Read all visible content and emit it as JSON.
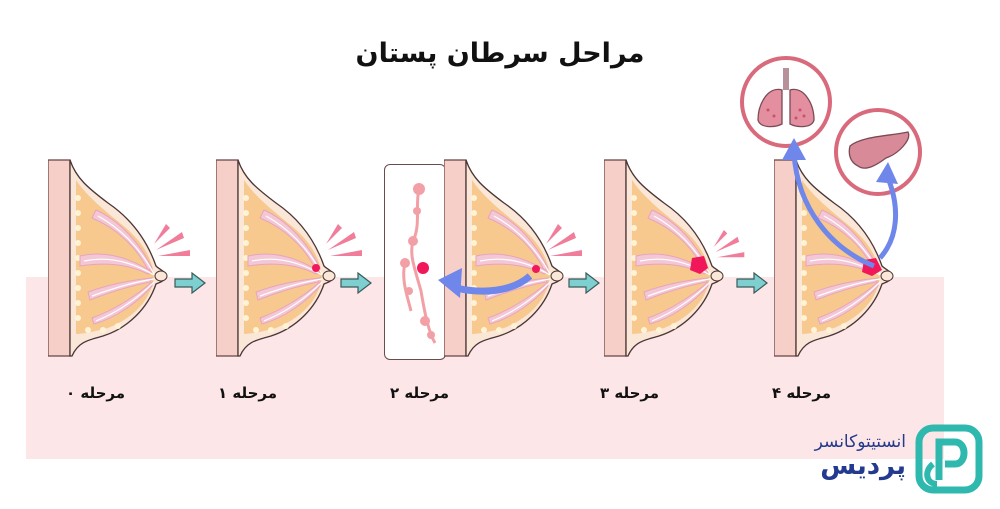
{
  "title": "مراحل سرطان پستان",
  "stages": [
    {
      "label": "مرحله ۰",
      "tumor": "none"
    },
    {
      "label": "مرحله ۱",
      "tumor": "small-dot"
    },
    {
      "label": "مرحله ۲",
      "tumor": "dot-spread-to-lymph"
    },
    {
      "label": "مرحله ۳",
      "tumor": "larger-mass"
    },
    {
      "label": "مرحله ۴",
      "tumor": "metastasis"
    }
  ],
  "metastasis_targets": [
    "lungs-icon",
    "liver-icon"
  ],
  "logo": {
    "line1": "انستیتوکانسر",
    "line2": "پردیس",
    "mark": "P"
  },
  "colors": {
    "band": "#fde6e8",
    "tissue_fat": "#f7c98e",
    "lobule": "#f4c7d6",
    "tumor": "#f0185a",
    "flow_arrow": "#6f86ea",
    "step_arrow": "#7ecfd0",
    "organ_ring": "#d96a7c",
    "organ_fill": "#e38fa0",
    "logo_teal": "#2fb8ad",
    "logo_navy": "#233a8f"
  }
}
